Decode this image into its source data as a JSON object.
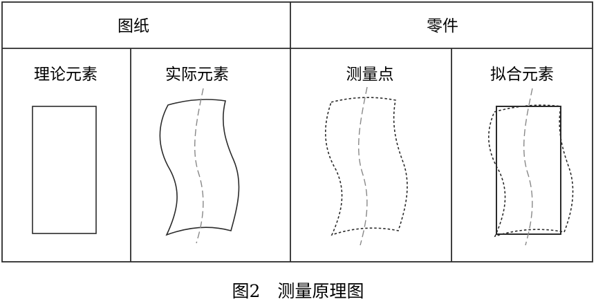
{
  "headers": {
    "drawing": "图纸",
    "part": "零件"
  },
  "panels": {
    "theoretical": "理论元素",
    "actual": "实际元素",
    "measure_points": "测量点",
    "fitted": "拟合元素"
  },
  "caption": "图2　测量原理图"
}
